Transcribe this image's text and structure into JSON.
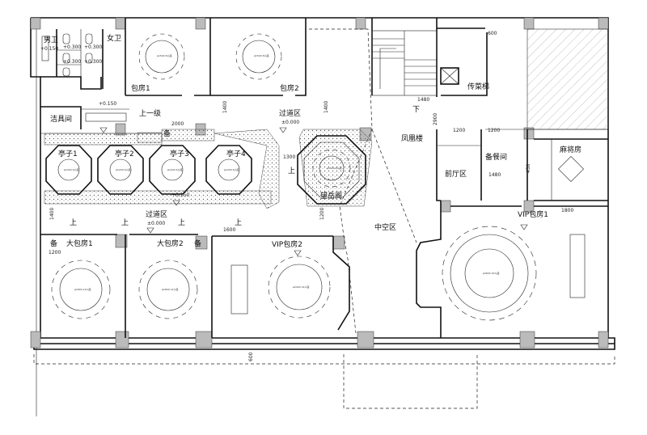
{
  "rooms": {
    "mens_wc": "男卫",
    "womens_wc": "女卫",
    "private_room_1": "包房1",
    "private_room_2": "包房2",
    "up_one_level": "上一级",
    "passage_top": "过道区",
    "stair_label": "传菜梯",
    "down_label": "下",
    "cleaning_room": "洁具间",
    "spare_top": "备",
    "pavilion_1": "亭子1",
    "pavilion_2": "亭子2",
    "pavilion_3": "亭子3",
    "pavilion_4": "亭子4",
    "phoenix_tower": "凤凰楼",
    "wangyue_pavilion": "望岳阁",
    "front_hall": "前厅区",
    "spare_dining": "备餐间",
    "mahjong_room": "麻将房",
    "passage_mid": "过道区",
    "atrium": "中空区",
    "vip_room_1": "VIP包房1",
    "spare_mid_1": "备",
    "large_room_1": "大包房1",
    "large_room_2": "大包房2",
    "spare_mid_2": "备",
    "vip_room_2": "VIP包房2",
    "up": "上"
  },
  "levels": {
    "wc": "+0.150",
    "wc_stall": "+0.300",
    "upper_level": "+0.150",
    "passage_top": "±0.000",
    "passage_mid": "±0.000",
    "pavilion_floor": "+0.150"
  },
  "dimensions": {
    "d600_top": "600",
    "d1400_a": "1400",
    "d1400_b": "1400",
    "d1480_top": "1480",
    "d2900": "2900",
    "d2000": "2000",
    "d1300": "1300",
    "d1200_a": "1200",
    "d1200_b": "1200",
    "d1480_mid": "1480",
    "d450": "450",
    "d1800": "1800",
    "d1400_left": "1400",
    "d1600": "1600",
    "d1200_left": "1200",
    "d1200_right": "1200",
    "d600_bottom": "600"
  },
  "table_notes": {
    "round_8": "φ1500 8人座",
    "round_6": "φ1200 6人座",
    "round_12": "φ1800 12人座",
    "round_14": "φ2400 14人座",
    "round_30": "φ3600 30人座"
  }
}
